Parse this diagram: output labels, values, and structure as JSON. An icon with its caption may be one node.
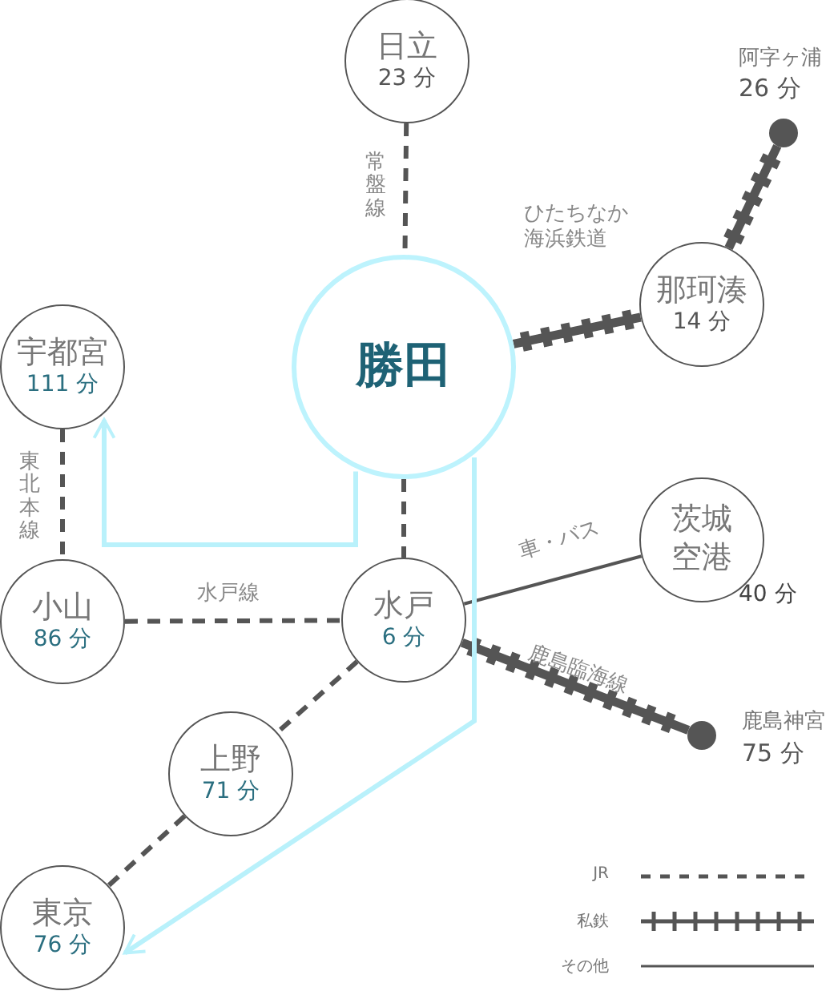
{
  "diagram": {
    "nodes": [
      {
        "text": [
          "日立",
          "23 分"
        ]
      },
      {
        "text": [],
        "shape": "circle",
        "beside": [
          "阿字ヶ浦",
          "26 分"
        ]
      },
      {
        "text": [
          "那珂湊",
          "14 分"
        ]
      },
      {
        "text": [
          "宇都宮",
          "111 分"
        ]
      },
      {
        "text": [
          "勝田"
        ]
      },
      {
        "text": [
          "茨城空港"
        ],
        "beside": [
          "40 分"
        ]
      },
      {
        "text": [
          "小山",
          "86 分"
        ]
      },
      {
        "text": [
          "水戸",
          "6 分"
        ]
      },
      {
        "text": [],
        "shape": "circle",
        "beside": [
          "鹿島神宮",
          "75 分"
        ]
      },
      {
        "text": [
          "上野",
          "71 分"
        ]
      },
      {
        "text": [
          "東京",
          "76 分"
        ]
      }
    ],
    "edges": [
      {
        "from": 0,
        "to": 4,
        "arrow": "none",
        "label": "常盤線",
        "style": "dashed"
      },
      {
        "from": 4,
        "to": 2,
        "arrow": "none",
        "label": "ひたちなか海浜鉄道",
        "style": "thick"
      },
      {
        "from": 2,
        "to": 1,
        "arrow": "none",
        "style": "thick"
      },
      {
        "from": 3,
        "to": 6,
        "arrow": "none",
        "label": "東北本線",
        "style": "dashed"
      },
      {
        "from": 4,
        "to": 3,
        "arrow": "to",
        "color": "#b9f1fb"
      },
      {
        "from": 6,
        "to": 7,
        "arrow": "none",
        "label": "水戸線",
        "style": "dashed"
      },
      {
        "from": 4,
        "to": 7,
        "arrow": "none",
        "style": "dashed"
      },
      {
        "from": 7,
        "to": 5,
        "arrow": "none",
        "label": "車・バス"
      },
      {
        "from": 7,
        "to": 8,
        "arrow": "none",
        "label": "鹿島臨海線",
        "style": "thick"
      },
      {
        "from": 7,
        "to": 9,
        "arrow": "none",
        "style": "dashed"
      },
      {
        "from": 9,
        "to": 10,
        "arrow": "none",
        "style": "dashed"
      },
      {
        "from": 4,
        "to": 10,
        "arrow": "to",
        "color": "#b9f1fb"
      }
    ],
    "legend": [
      {
        "text": "JR"
      },
      {
        "text": "私鉄"
      },
      {
        "text": "その他"
      }
    ]
  }
}
